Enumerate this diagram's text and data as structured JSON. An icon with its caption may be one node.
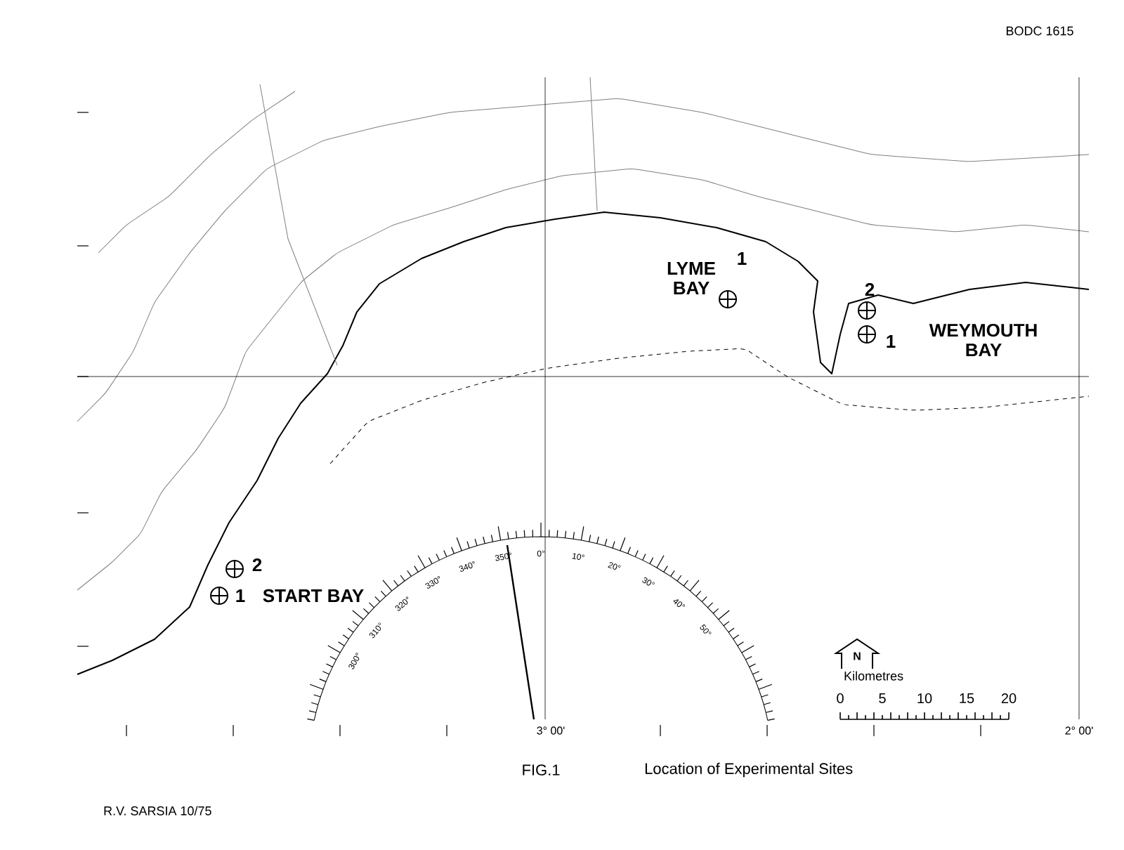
{
  "diagram": {
    "caption": "Location of Experimental Sites",
    "labels": [
      "BODC 1615",
      "LYME BAY",
      "1",
      "2",
      "1",
      "WEYMOUTH BAY",
      "2",
      "1",
      "START BAY",
      "300°",
      "310°",
      "320°",
      "330°",
      "340°",
      "350°",
      "0°",
      "10°",
      "20°",
      "30°",
      "40°",
      "50°",
      "N",
      "Kilometres",
      "0",
      "5",
      "10",
      "15",
      "20",
      "3° 00'",
      "2° 00'",
      "FIG.1",
      "R.V. SARSIA 10/75"
    ]
  }
}
